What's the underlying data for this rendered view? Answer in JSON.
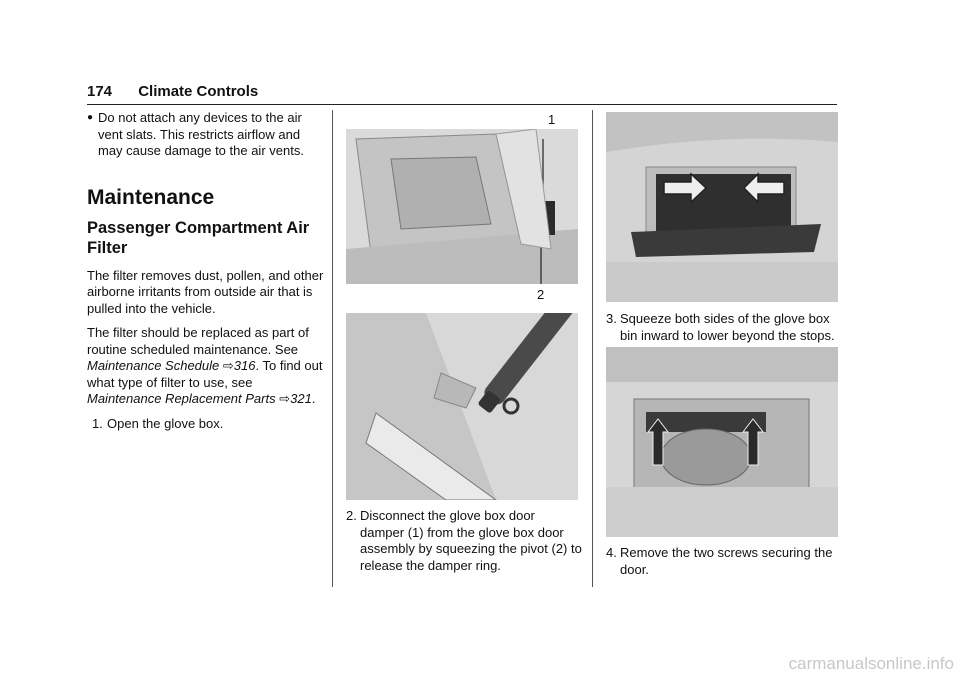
{
  "header": {
    "page_number": "174",
    "section": "Climate Controls"
  },
  "column1": {
    "bullet_text": "Do not attach any devices to the air vent slats. This restricts airflow and may cause damage to the air vents.",
    "heading": "Maintenance",
    "subheading": "Passenger Compartment Air Filter",
    "para1": "The filter removes dust, pollen, and other airborne irritants from outside air that is pulled into the vehicle.",
    "para2_a": "The filter should be replaced as part of routine scheduled maintenance. See ",
    "para2_link1": "Maintenance Schedule",
    "para2_ref1": "316",
    "para2_b": ". To find out what type of filter to use, see ",
    "para2_link2": "Maintenance Replacement Parts",
    "para2_ref2": "321",
    "para2_c": ".",
    "step1_num": "1.",
    "step1_text": "Open the glove box."
  },
  "column2": {
    "callout1": "1",
    "callout2": "2",
    "step2_num": "2.",
    "step2_text": "Disconnect the glove box door damper (1) from the glove box door assembly by squeezing the pivot (2) to release the damper ring."
  },
  "column3": {
    "step3_num": "3.",
    "step3_text": "Squeeze both sides of the glove box bin inward to lower beyond the stops.",
    "step4_num": "4.",
    "step4_text": "Remove the two screws securing the door."
  },
  "ref_icon": "arrow-ref-icon",
  "footer": {
    "watermark": "carmanualsonline.info"
  }
}
